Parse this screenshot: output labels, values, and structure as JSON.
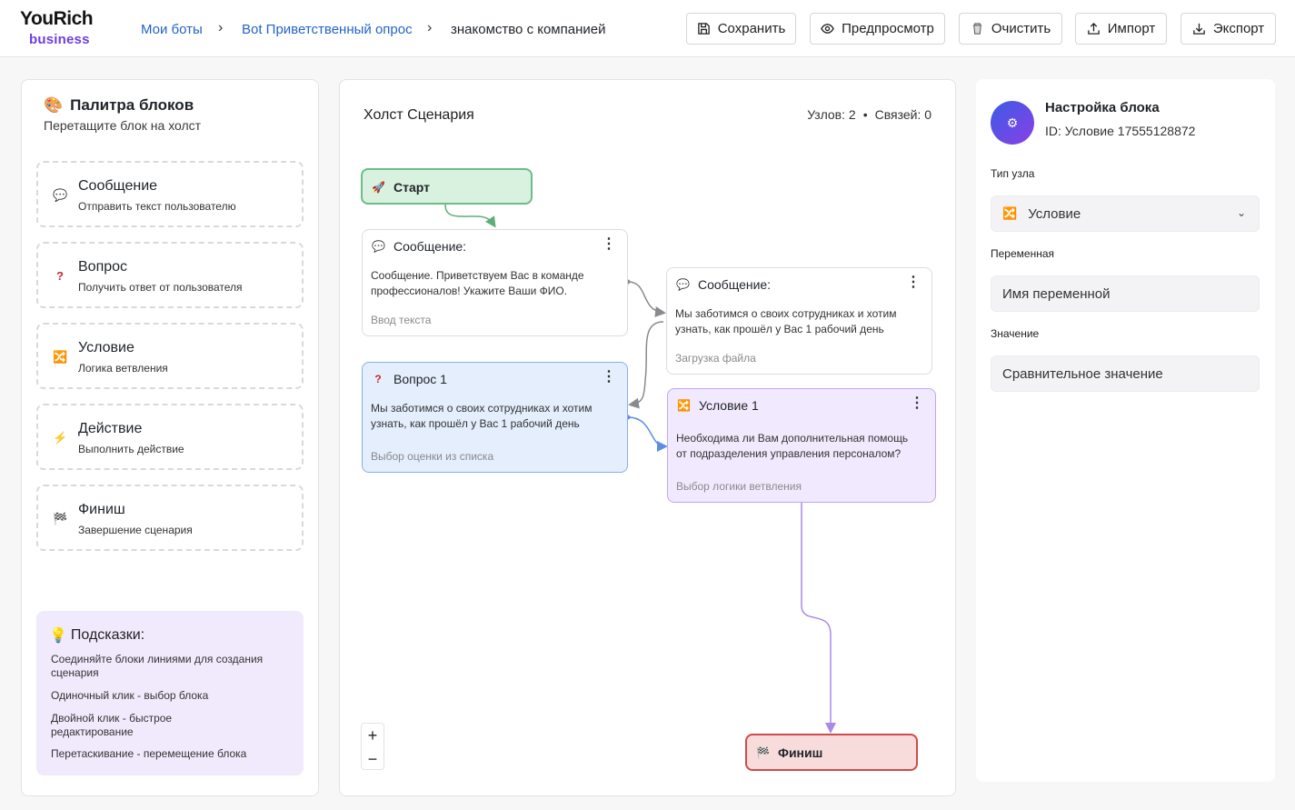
{
  "logo": {
    "top": "YouRich",
    "bottom": "business"
  },
  "breadcrumb": {
    "root": "Мои боты",
    "bot": "Bot Приветственный опрос",
    "current": "знакомство с компанией"
  },
  "toolbar": {
    "save": "Сохранить",
    "preview": "Предпросмотр",
    "clear": "Очистить",
    "import": "Импорт",
    "export": "Экспорт"
  },
  "palette": {
    "title": "Палитра блоков",
    "subtitle": "Перетащите блок на холст",
    "items": [
      {
        "name": "Сообщение",
        "desc": "Отправить текст пользователю",
        "icon": "speech-bubble-icon"
      },
      {
        "name": "Вопрос",
        "desc": "Получить ответ от пользователя",
        "icon": "question-mark-icon"
      },
      {
        "name": "Условие",
        "desc": "Логика ветвления",
        "icon": "shuffle-icon"
      },
      {
        "name": "Действие",
        "desc": "Выполнить действие",
        "icon": "lightning-icon"
      },
      {
        "name": "Финиш",
        "desc": "Завершение сценария",
        "icon": "checkered-flag-icon"
      }
    ],
    "hints": {
      "title": "Подсказки:",
      "items": [
        "Соединяйте блоки линиями для создания сценария",
        "Одиночный клик - выбор блока",
        "Двойной клик - быстрое редактирование",
        "Перетаскивание - перемещение блока"
      ]
    }
  },
  "canvas": {
    "title": "Холст Сценария",
    "nodes_label": "Узлов: 2",
    "links_label": "Связей: 0",
    "nodes": {
      "start": {
        "title": "Старт"
      },
      "msg1": {
        "title": "Сообщение:",
        "body": "Сообщение. Приветствуем Вас в команде профессионалов! Укажите Ваши ФИО.",
        "footer": "Ввод текста"
      },
      "msg2": {
        "title": "Сообщение:",
        "body": "Мы заботимся о своих сотрудниках и хотим узнать, как прошёл у Вас 1 рабочий день",
        "footer": "Загрузка файла"
      },
      "question": {
        "title": "Вопрос 1",
        "body": "Мы заботимся о своих сотрудниках и хотим узнать, как прошёл у Вас 1 рабочий день",
        "footer": "Выбор оценки из списка"
      },
      "condition": {
        "title": "Условие 1",
        "body": "Необходима ли Вам дополнительная помощь от подразделения управления персоналом?",
        "footer": "Выбор логики ветвления"
      },
      "finish": {
        "title": "Финиш"
      }
    },
    "zoom_in": "+",
    "zoom_out": "−"
  },
  "settings": {
    "title": "Настройка блока",
    "id": "ID: Условие 17555128872",
    "type_label": "Тип узла",
    "type_value": "Условие",
    "var_label": "Переменная",
    "var_placeholder": "Имя переменной",
    "value_label": "Значение",
    "value_placeholder": "Сравнительное значение"
  },
  "colors": {
    "accent": "#2563c9",
    "brand": "#6d3fe0",
    "start": "#6dbb86",
    "finish": "#d14a4a",
    "condition": "#c4a6f1",
    "question": "#86b0ec"
  }
}
